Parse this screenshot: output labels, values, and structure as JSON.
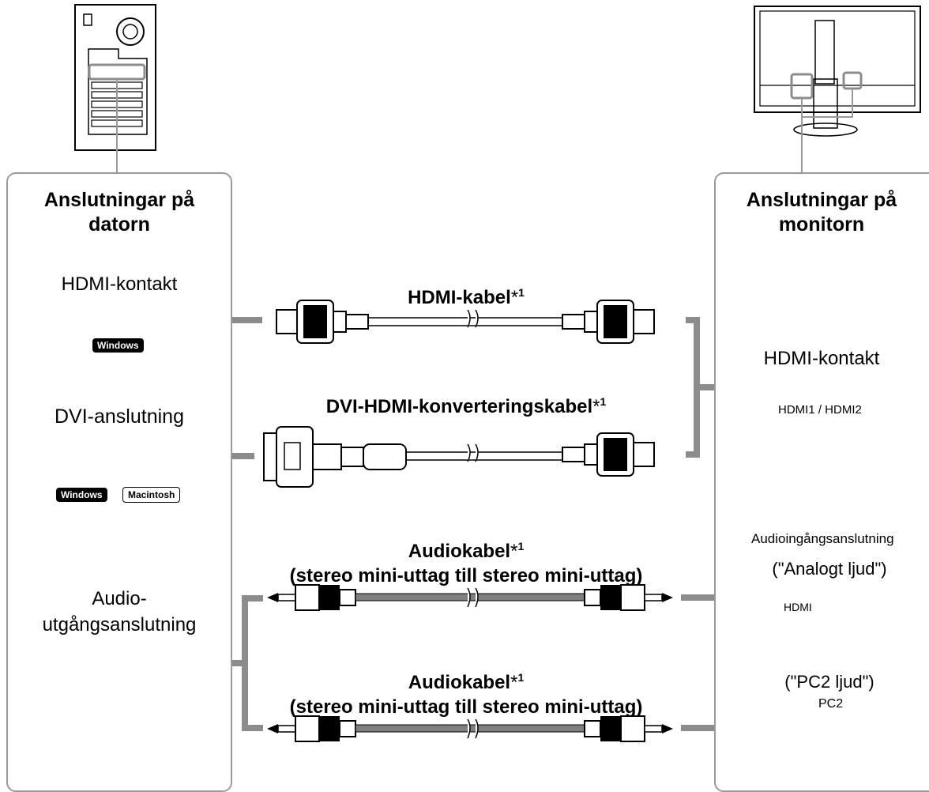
{
  "pc_panel": {
    "title_line1": "Anslutningar på",
    "title_line2": "datorn"
  },
  "monitor_panel": {
    "title_line1": "Anslutningar på",
    "title_line2": "monitorn"
  },
  "pc_ports": {
    "hdmi_label": "HDMI-kontakt",
    "hdmi_badge": "Windows",
    "dvi_label": "DVI-anslutning",
    "dvi_badge_1": "Windows",
    "dvi_badge_2": "Macintosh",
    "audio_label_1": "Audio-",
    "audio_label_2": "utgångsanslutning"
  },
  "cables": {
    "hdmi": "HDMI-kabel",
    "dvi_hdmi": "DVI-HDMI-konverteringskabel",
    "footnote_mark": "*",
    "footnote_num": "1",
    "audio1_line1": "Audiokabel",
    "audio1_line2": "(stereo mini-uttag till stereo mini-uttag)",
    "audio2_line1": "Audiokabel",
    "audio2_line2": "(stereo mini-uttag till stereo mini-uttag)"
  },
  "monitor_ports": {
    "hdmi_label": "HDMI-kontakt",
    "hdmi_ports": "HDMI1 / HDMI2",
    "audio_group": "Audioingångsanslutning",
    "analog_label": "(\"Analogt ljud\")",
    "analog_icon_label": "HDMI",
    "pc2_label": "(\"PC2 ljud\")",
    "pc2_icon_label": "PC2"
  },
  "colors": {
    "arrow": "#8c8c8c",
    "panel_border": "#9a9a9a",
    "dashed": "#b4b4b4",
    "badge": "#000000"
  }
}
